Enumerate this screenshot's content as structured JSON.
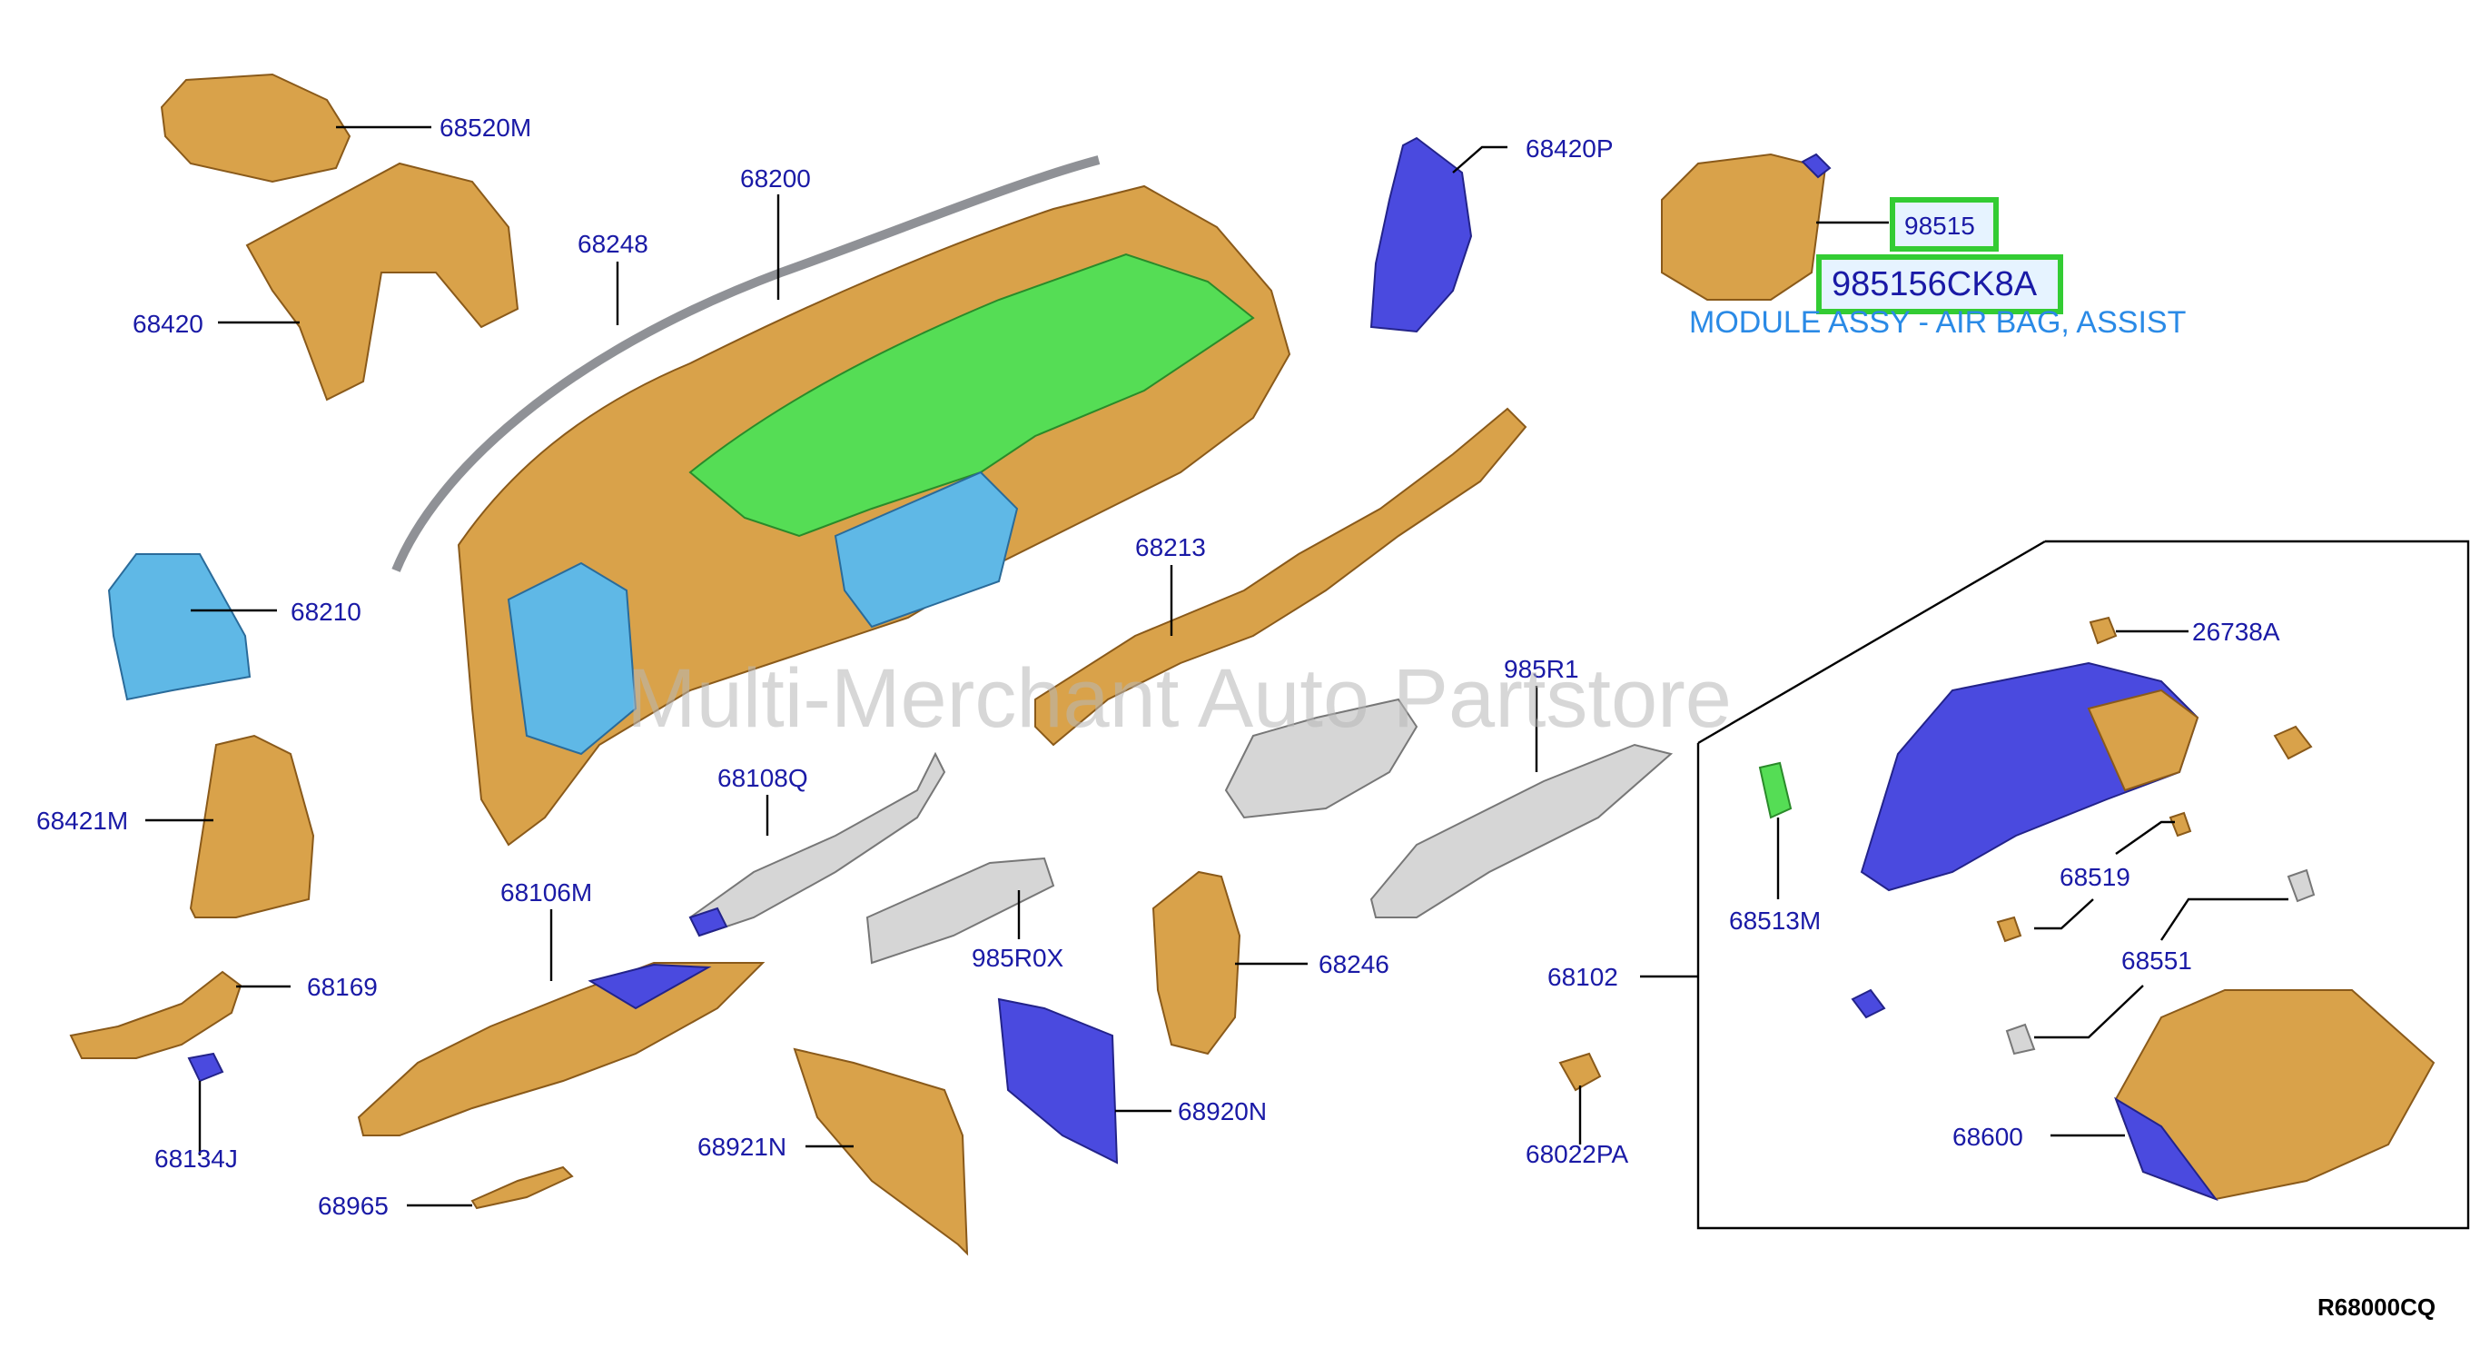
{
  "watermark": "Multi-Merchant Auto Partstore",
  "diagram_ref": "R68000CQ",
  "highlight": {
    "part_number": "98515",
    "oem_number": "985156CK8A",
    "description": "MODULE ASSY - AIR BAG, ASSIST"
  },
  "colors": {
    "part": "#d9a24a",
    "trim": "#4a4adf",
    "highlighted_part": "#55dd55",
    "duct": "#5fb8e6",
    "callout_text": "#1a1aa6",
    "highlight_frame": "#33cc33",
    "description_text": "#2a8ae6"
  },
  "callouts": {
    "c68520M": "68520M",
    "c68420": "68420",
    "c68248": "68248",
    "c68200": "68200",
    "c68420P": "68420P",
    "c68210": "68210",
    "c68213": "68213",
    "c985R1": "985R1",
    "c68421M": "68421M",
    "c68108Q": "68108Q",
    "c68106M": "68106M",
    "c985R0X": "985R0X",
    "c68246": "68246",
    "c68169": "68169",
    "c68134J": "68134J",
    "c68921N": "68921N",
    "c68920N": "68920N",
    "c68965": "68965",
    "c68102": "68102",
    "c68022PA": "68022PA",
    "c26738A": "26738A",
    "c68513M": "68513M",
    "c68519": "68519",
    "c68551": "68551",
    "c68600": "68600"
  }
}
